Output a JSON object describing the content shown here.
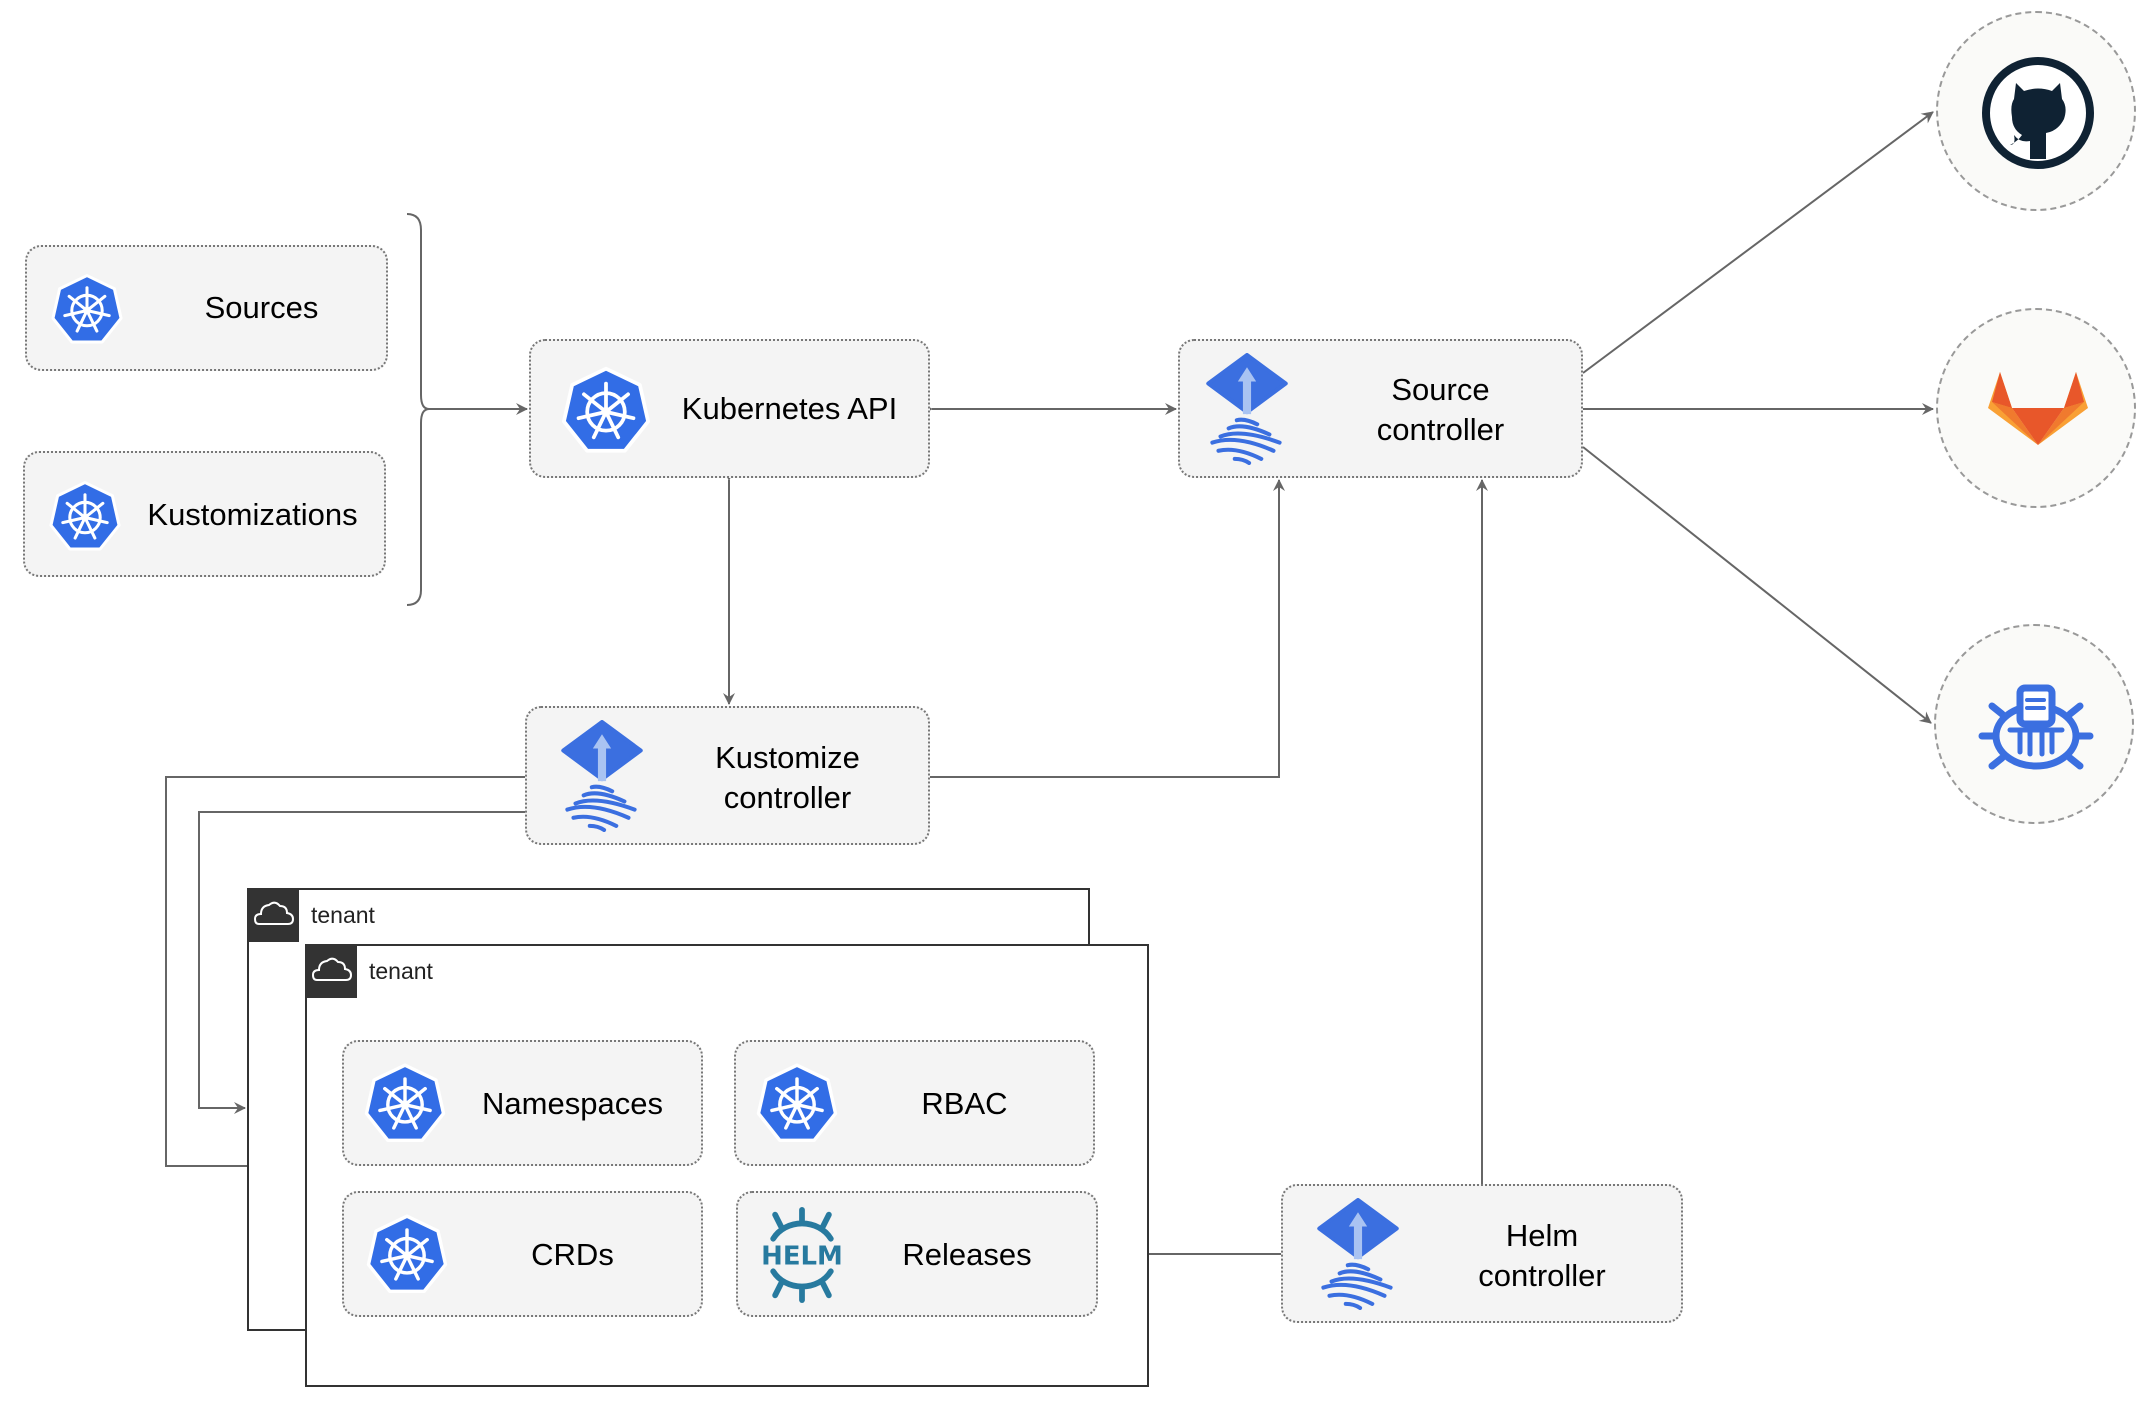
{
  "colors": {
    "k8s_blue": "#326de6",
    "flux_blue": "#3b6fe0",
    "helm_teal": "#277a9f",
    "line": "#666666",
    "box_bg": "#f4f4f4",
    "github_dark": "#0f2233",
    "gitlab_orange": "#e8572a",
    "gitlab_light": "#f9a035"
  },
  "resources": {
    "sources": {
      "label": "Sources",
      "icon": "kubernetes-icon"
    },
    "kustomizations": {
      "label": "Kustomizations",
      "icon": "kubernetes-icon"
    }
  },
  "components": {
    "kubernetes_api": {
      "label": "Kubernetes API",
      "icon": "kubernetes-icon"
    },
    "source_controller": {
      "label_line1": "Source",
      "label_line2": "controller",
      "icon": "flux-icon"
    },
    "kustomize_controller": {
      "label_line1": "Kustomize",
      "label_line2": "controller",
      "icon": "flux-icon"
    },
    "helm_controller": {
      "label_line1": "Helm",
      "label_line2": "controller",
      "icon": "flux-icon"
    }
  },
  "tenants": [
    {
      "label": "tenant",
      "icon": "cloud-icon"
    },
    {
      "label": "tenant",
      "icon": "cloud-icon"
    }
  ],
  "tenant_resources": {
    "namespaces": {
      "label": "Namespaces",
      "icon": "kubernetes-icon"
    },
    "rbac": {
      "label": "RBAC",
      "icon": "kubernetes-icon"
    },
    "crds": {
      "label": "CRDs",
      "icon": "kubernetes-icon"
    },
    "releases": {
      "label": "Releases",
      "icon": "helm-icon",
      "icon_text": "HELM"
    }
  },
  "external_sources": [
    {
      "icon": "github-icon"
    },
    {
      "icon": "gitlab-icon"
    },
    {
      "icon": "bucket-icon"
    }
  ]
}
